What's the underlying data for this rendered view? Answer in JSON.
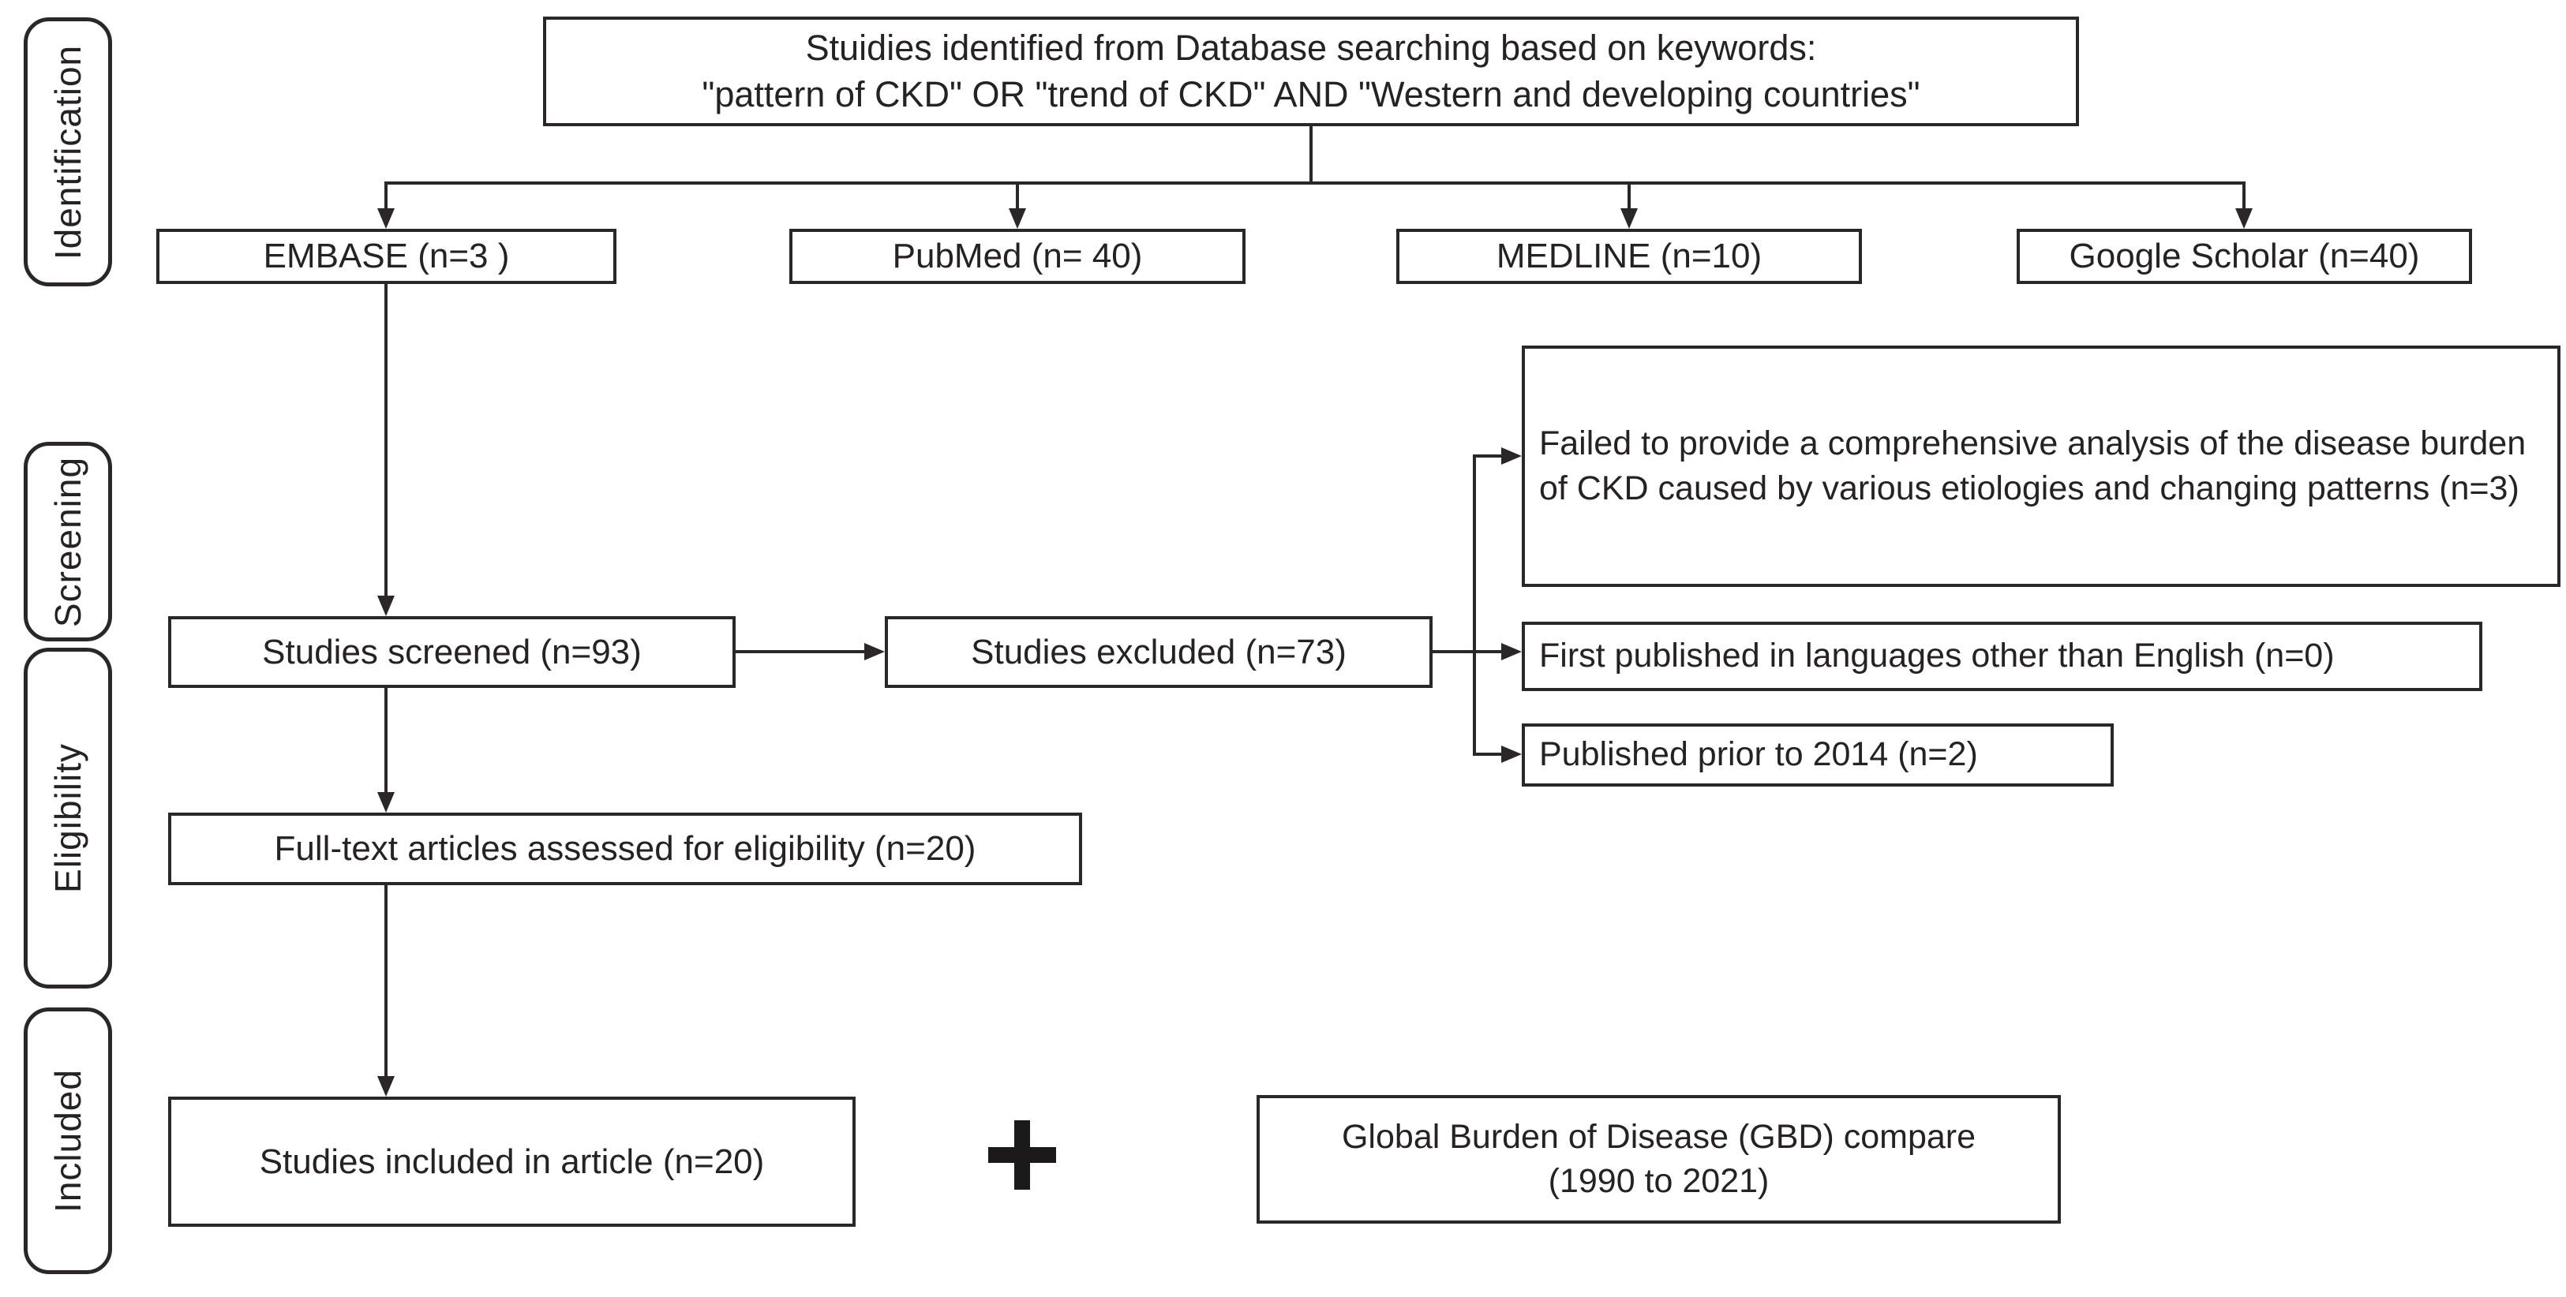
{
  "diagram": {
    "title_box": {
      "line1": "Stuidies identified from Database searching based on keywords:",
      "line2": "\"pattern of CKD\" OR \"trend of CKD\" AND \"Western and developing countries\""
    },
    "stages": [
      {
        "label": "Identification"
      },
      {
        "label": "Screening"
      },
      {
        "label": "Eligibility"
      },
      {
        "label": "Included"
      }
    ],
    "databases": {
      "embase": "EMBASE (n=3 )",
      "pubmed": "PubMed (n= 40)",
      "medline": "MEDLINE (n=10)",
      "google_scholar": "Google Scholar (n=40)"
    },
    "screening": {
      "screened": "Studies screened (n=93)",
      "excluded": "Studies excluded (n=73)",
      "exclusion_reasons": [
        {
          "label": "Failed to provide a comprehensive analysis of the disease burden of CKD caused by various etiologies and changing patterns (n=3)"
        },
        {
          "label": "First published in languages other than English (n=0)"
        },
        {
          "label": "Published prior to 2014 (n=2)"
        }
      ]
    },
    "eligibility": {
      "fulltext": "Full-text articles assessed for eligibility (n=20)"
    },
    "included": {
      "studies": "Studies included in article (n=20)",
      "plus_symbol": "+",
      "gbd_line1": "Global Burden of Disease (GBD) compare",
      "gbd_line2": "(1990 to 2021)"
    },
    "colors": {
      "ink": "#2b2728",
      "background": "#ffffff"
    }
  }
}
